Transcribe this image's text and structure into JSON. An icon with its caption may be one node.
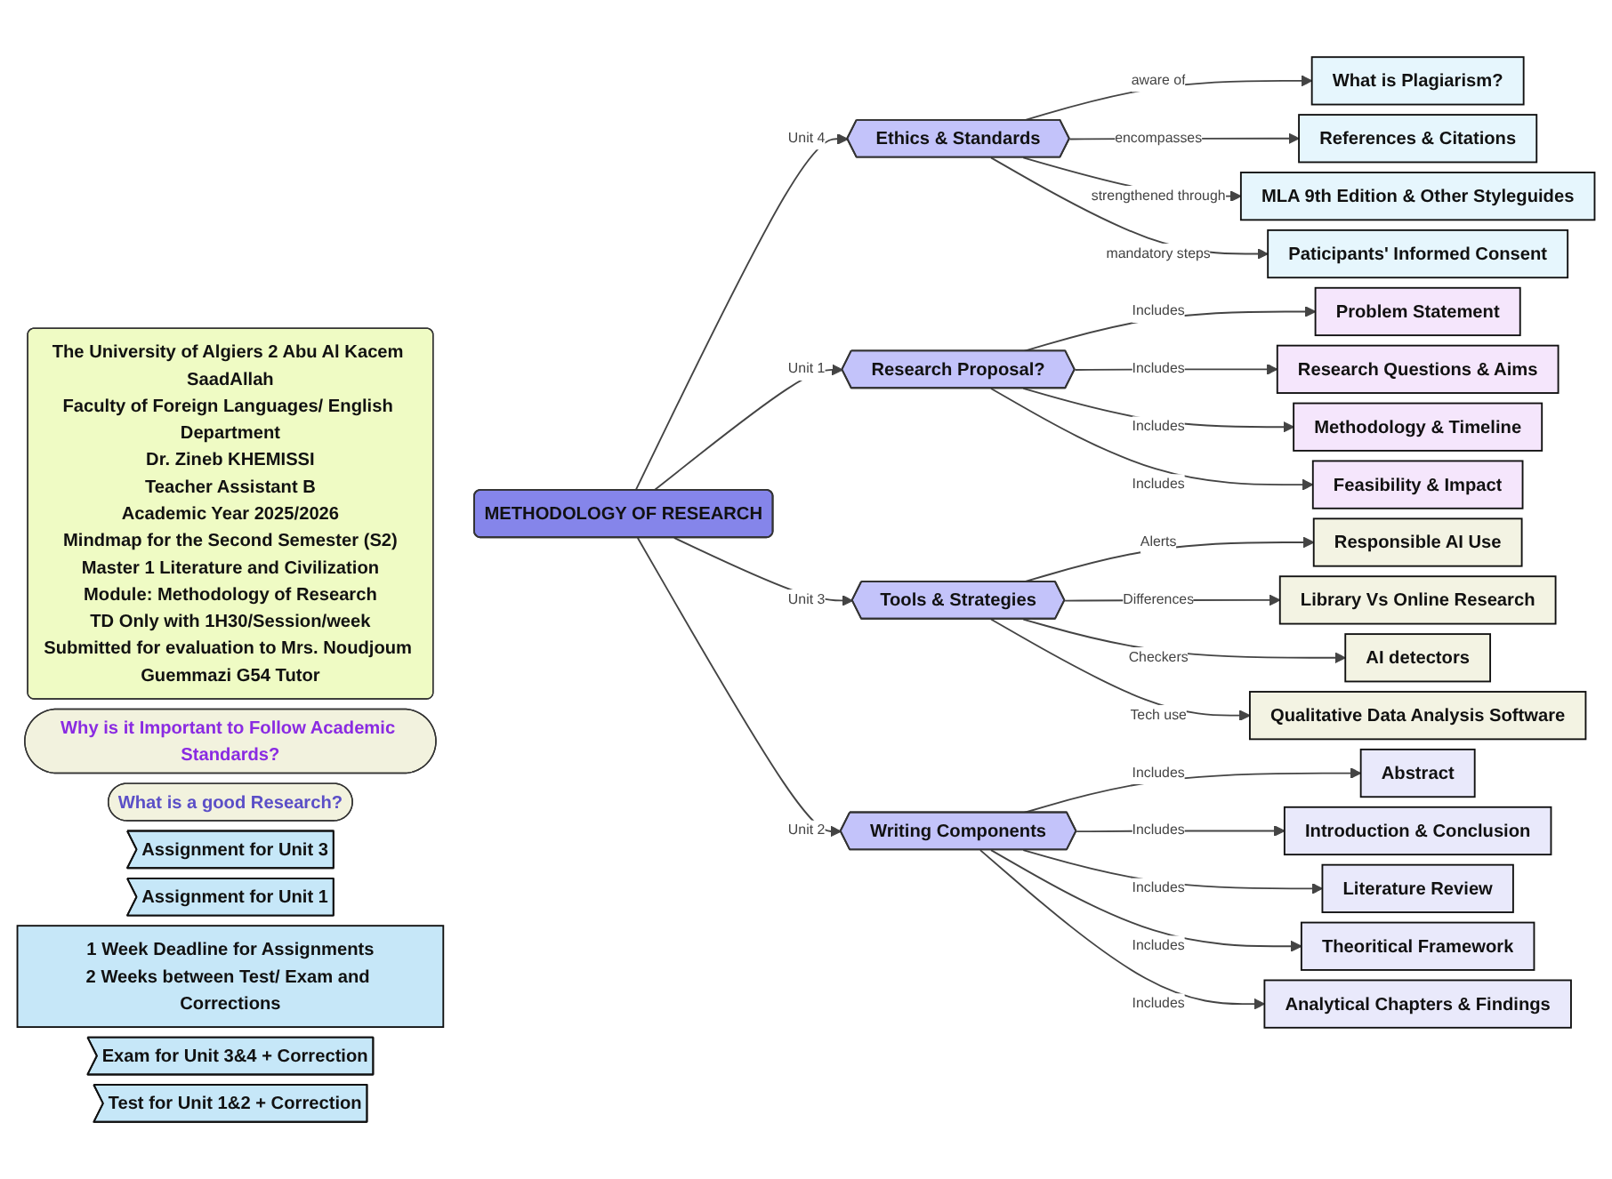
{
  "diagram": {
    "nodes": [
      {
        "text": [
          "The University of Algiers 2 Abu Al Kacem SaadAllah",
          "Faculty of Foreign Languages/ English Department",
          "Dr. Zineb KHEMISSI",
          "Teacher Assistant B",
          "Academic Year 2025/2026",
          "Mindmap for the Second Semester (S2)",
          "Master 1 Literature and Civilization",
          "Module: Methodology of Research",
          "TD Only with 1H30/Session/week",
          "Submitted for evaluation to Mrs. Noudjoum Guemmazi G54 Tutor"
        ]
      },
      {
        "text": [
          "Why is it Important to Follow Academic Standards?"
        ]
      },
      {
        "text": [
          "What is a good Research?"
        ]
      },
      {
        "text": [
          "What is Plagiarism?"
        ]
      },
      {
        "text": [
          "References & Citations"
        ]
      },
      {
        "text": [
          "MLA 9th Edition & Other Styleguides"
        ]
      },
      {
        "text": [
          "Paticipants' Informed Consent"
        ]
      },
      {
        "text": [
          "Ethics & Standards"
        ]
      },
      {
        "text": [
          "Research Proposal?"
        ]
      },
      {
        "text": [
          "Problem Statement"
        ]
      },
      {
        "text": [
          "Research Questions & Aims"
        ]
      },
      {
        "text": [
          "Methodology & Timeline"
        ]
      },
      {
        "text": [
          "Feasibility & Impact"
        ]
      },
      {
        "text": [
          "METHODOLOGY OF RESEARCH"
        ]
      },
      {
        "text": [
          "Responsible AI Use"
        ]
      },
      {
        "text": [
          "Library Vs Online Research"
        ]
      },
      {
        "text": [
          "AI detectors"
        ]
      },
      {
        "text": [
          "Qualitative Data Analysis Software"
        ]
      },
      {
        "text": [
          "Tools & Strategies"
        ]
      },
      {
        "text": [
          "Writing Components"
        ]
      },
      {
        "text": [
          "Abstract"
        ]
      },
      {
        "text": [
          "Introduction & Conclusion"
        ]
      },
      {
        "text": [
          "Literature Review"
        ]
      },
      {
        "text": [
          "Theoritical Framework"
        ]
      },
      {
        "text": [
          "Analytical Chapters & Findings"
        ]
      },
      {
        "text": [
          "Assignment for Unit 3"
        ]
      },
      {
        "text": [
          "Assignment for Unit 1"
        ]
      },
      {
        "text": [
          "1 Week Deadline for Assignments",
          "2 Weeks between Test/ Exam and Corrections"
        ]
      },
      {
        "text": [
          "Exam for Unit 3&4 + Correction"
        ]
      },
      {
        "text": [
          "Test for Unit 1&2 + Correction"
        ]
      }
    ],
    "edges": [
      {
        "from": 13,
        "to": 7,
        "arrow": "to",
        "label": "Unit 4"
      },
      {
        "from": 13,
        "to": 8,
        "arrow": "to",
        "label": "Unit 1"
      },
      {
        "from": 13,
        "to": 18,
        "arrow": "to",
        "label": "Unit 3"
      },
      {
        "from": 13,
        "to": 19,
        "arrow": "to",
        "label": "Unit 2"
      },
      {
        "from": 7,
        "to": 3,
        "arrow": "to",
        "label": "aware of"
      },
      {
        "from": 7,
        "to": 4,
        "arrow": "to",
        "label": "encompasses"
      },
      {
        "from": 7,
        "to": 5,
        "arrow": "to",
        "label": "strengthened through"
      },
      {
        "from": 7,
        "to": 6,
        "arrow": "to",
        "label": "mandatory steps"
      },
      {
        "from": 8,
        "to": 9,
        "arrow": "to",
        "label": "Includes"
      },
      {
        "from": 8,
        "to": 10,
        "arrow": "to",
        "label": "Includes"
      },
      {
        "from": 8,
        "to": 11,
        "arrow": "to",
        "label": "Includes"
      },
      {
        "from": 8,
        "to": 12,
        "arrow": "to",
        "label": "Includes"
      },
      {
        "from": 18,
        "to": 14,
        "arrow": "to",
        "label": "Alerts"
      },
      {
        "from": 18,
        "to": 15,
        "arrow": "to",
        "label": "Differences"
      },
      {
        "from": 18,
        "to": 16,
        "arrow": "to",
        "label": "Checkers"
      },
      {
        "from": 18,
        "to": 17,
        "arrow": "to",
        "label": "Tech use"
      },
      {
        "from": 19,
        "to": 20,
        "arrow": "to",
        "label": "Includes"
      },
      {
        "from": 19,
        "to": 21,
        "arrow": "to",
        "label": "Includes"
      },
      {
        "from": 19,
        "to": 22,
        "arrow": "to",
        "label": "Includes"
      },
      {
        "from": 19,
        "to": 23,
        "arrow": "to",
        "label": "Includes"
      },
      {
        "from": 19,
        "to": 24,
        "arrow": "to",
        "label": "Includes"
      }
    ]
  }
}
